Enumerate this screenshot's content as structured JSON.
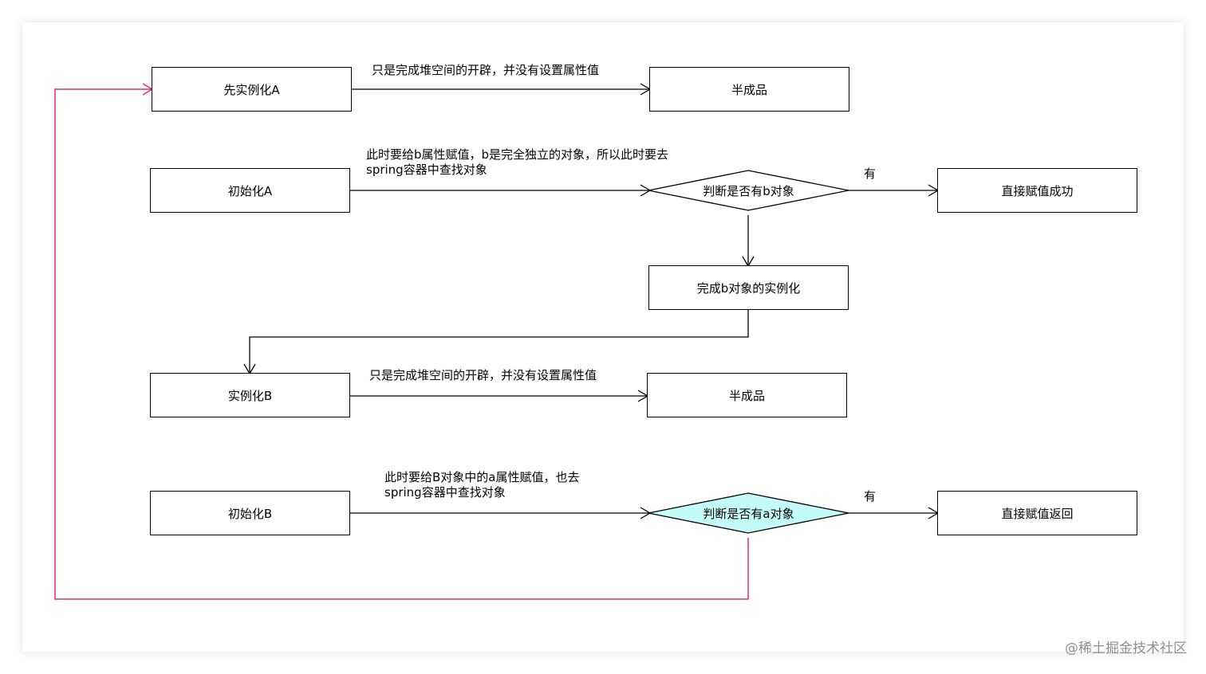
{
  "colors": {
    "line": "#000000",
    "loop_line": "#e0287a",
    "highlight_fill": "#c2fbfa"
  },
  "nodes": {
    "instantiate_a": "先实例化A",
    "half_product_1": "半成品",
    "init_a": "初始化A",
    "check_b": "判断是否有b对象",
    "assign_success": "直接赋值成功",
    "complete_b": "完成b对象的实例化",
    "instantiate_b": "实例化B",
    "half_product_2": "半成品",
    "init_b": "初始化B",
    "check_a": "判断是否有a对象",
    "assign_return": "直接赋值返回"
  },
  "edge_labels": {
    "alloc_1": "只是完成堆空间的开辟，并没有设置属性值",
    "assign_b_line1": "此时要给b属性赋值，b是完全独立的对象，所以此时要去",
    "assign_b_line2": "spring容器中查找对象",
    "yes_1": "有",
    "alloc_2": "只是完成堆空间的开辟，并没有设置属性值",
    "assign_a_line1": "此时要给B对象中的a属性赋值，也去",
    "assign_a_line2": "spring容器中查找对象",
    "yes_2": "有"
  },
  "watermark": "@稀土掘金技术社区"
}
